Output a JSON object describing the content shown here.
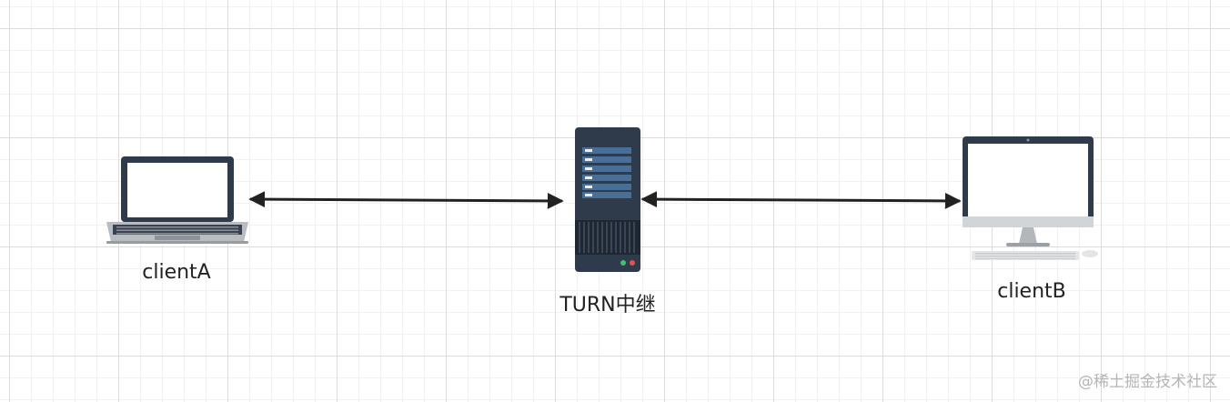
{
  "nodes": {
    "client_a": {
      "label": "clientA",
      "icon": "laptop-icon"
    },
    "server": {
      "label": "TURN中继",
      "icon": "server-icon"
    },
    "client_b": {
      "label": "clientB",
      "icon": "desktop-monitor-icon"
    }
  },
  "edges": [
    {
      "from": "client_a",
      "to": "server",
      "direction": "both"
    },
    {
      "from": "server",
      "to": "client_b",
      "direction": "both"
    }
  ],
  "watermark": "@稀土掘金技术社区",
  "colors": {
    "dark_navy": "#2f3a4b",
    "slot_blue": "#4a6f96",
    "arrow": "#222222",
    "screen": "#ffffff",
    "keyboard_grey": "#b9bdc1",
    "led_green": "#3fbf6f",
    "led_red": "#e0534e"
  }
}
